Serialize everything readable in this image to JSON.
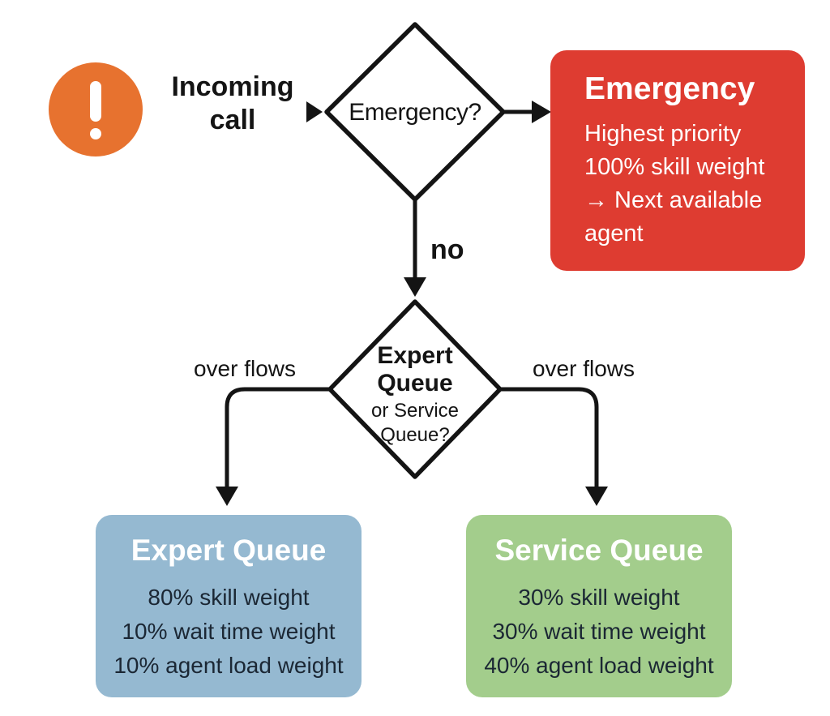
{
  "palette": {
    "red": "#de3c31",
    "blue": "#95b9d1",
    "green": "#a3cd8c",
    "orange": "#e7722f",
    "ink": "#141414",
    "navy": "#1b2734",
    "white": "#ffffff"
  },
  "start": {
    "icon": "exclamation-alert-icon",
    "label_line1": "Incoming",
    "label_line2": "call"
  },
  "decisions": {
    "emergency": {
      "label": "Emergency?"
    },
    "queue_choice": {
      "line1": "Expert",
      "line2": "Queue",
      "line3": "or Service",
      "line4": "Queue?"
    }
  },
  "edges": {
    "no_label": "no",
    "overflow_left_label": "over flows",
    "overflow_right_label": "over flows"
  },
  "boxes": {
    "emergency": {
      "title": "Emergency",
      "lines": [
        "Highest priority",
        "100% skill weight",
        "→ Next available agent"
      ]
    },
    "expert_queue": {
      "title": "Expert Queue",
      "lines": [
        "80% skill weight",
        "10% wait time weight",
        "10% agent load weight"
      ]
    },
    "service_queue": {
      "title": "Service Queue",
      "lines": [
        "30% skill weight",
        "30% wait time weight",
        "40% agent load weight"
      ]
    }
  }
}
